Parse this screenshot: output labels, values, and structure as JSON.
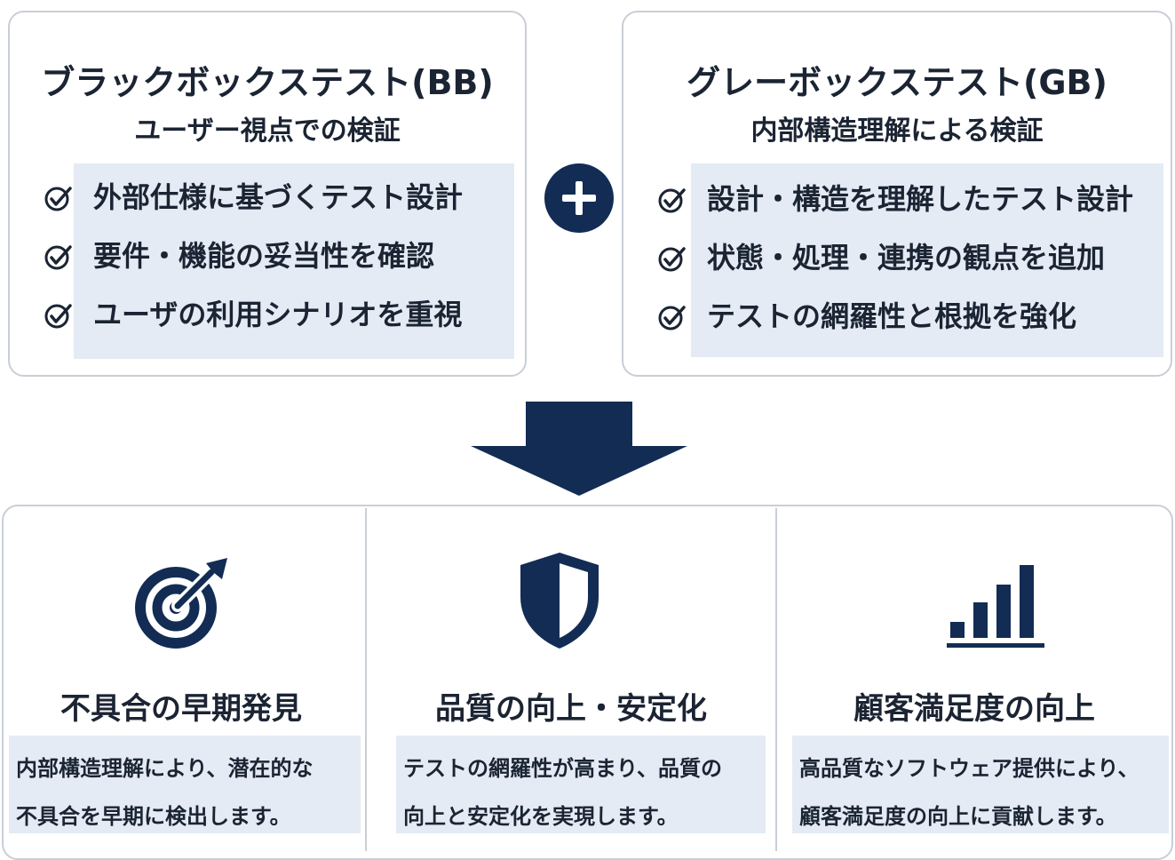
{
  "left_card": {
    "title": "ブラックボックステスト(BB)",
    "subtitle": "ユーザー視点での検証",
    "items": [
      {
        "label": "外部仕様に基づくテスト設計",
        "icon": "check-circle-icon"
      },
      {
        "label": "要件・機能の妥当性を確認",
        "icon": "check-circle-icon"
      },
      {
        "label": "ユーザの利用シナリオを重視",
        "icon": "check-circle-icon"
      }
    ]
  },
  "right_card": {
    "title": "グレーボックステスト(GB)",
    "subtitle": "内部構造理解による検証",
    "items": [
      {
        "label": "設計・構造を理解したテスト設計",
        "icon": "check-circle-icon"
      },
      {
        "label": "状態・処理・連携の観点を追加",
        "icon": "check-circle-icon"
      },
      {
        "label": "テストの網羅性と根拠を強化",
        "icon": "check-circle-icon"
      }
    ]
  },
  "connector": {
    "icon": "plus-icon"
  },
  "flow_arrow": {
    "icon": "down-arrow-icon"
  },
  "benefits": [
    {
      "title": "不具合の早期発見",
      "icon": "target-icon",
      "description_lines": [
        "内部構造理解により、潜在的な",
        "不具合を早期に検出します。"
      ]
    },
    {
      "title": "品質の向上・安定化",
      "icon": "shield-icon",
      "description_lines": [
        "テストの網羅性が高まり、品質の",
        "向上と安定化を実現します。"
      ]
    },
    {
      "title": "顧客満足度の向上",
      "icon": "bar-chart-icon",
      "description_lines": [
        "高品質なソフトウェア提供により、",
        "顧客満足度の向上に貢献します。"
      ]
    }
  ],
  "colors": {
    "navy": "#132c54",
    "highlight": "#e4ebf4",
    "border": "#c9ced6",
    "text": "#1b2433"
  }
}
